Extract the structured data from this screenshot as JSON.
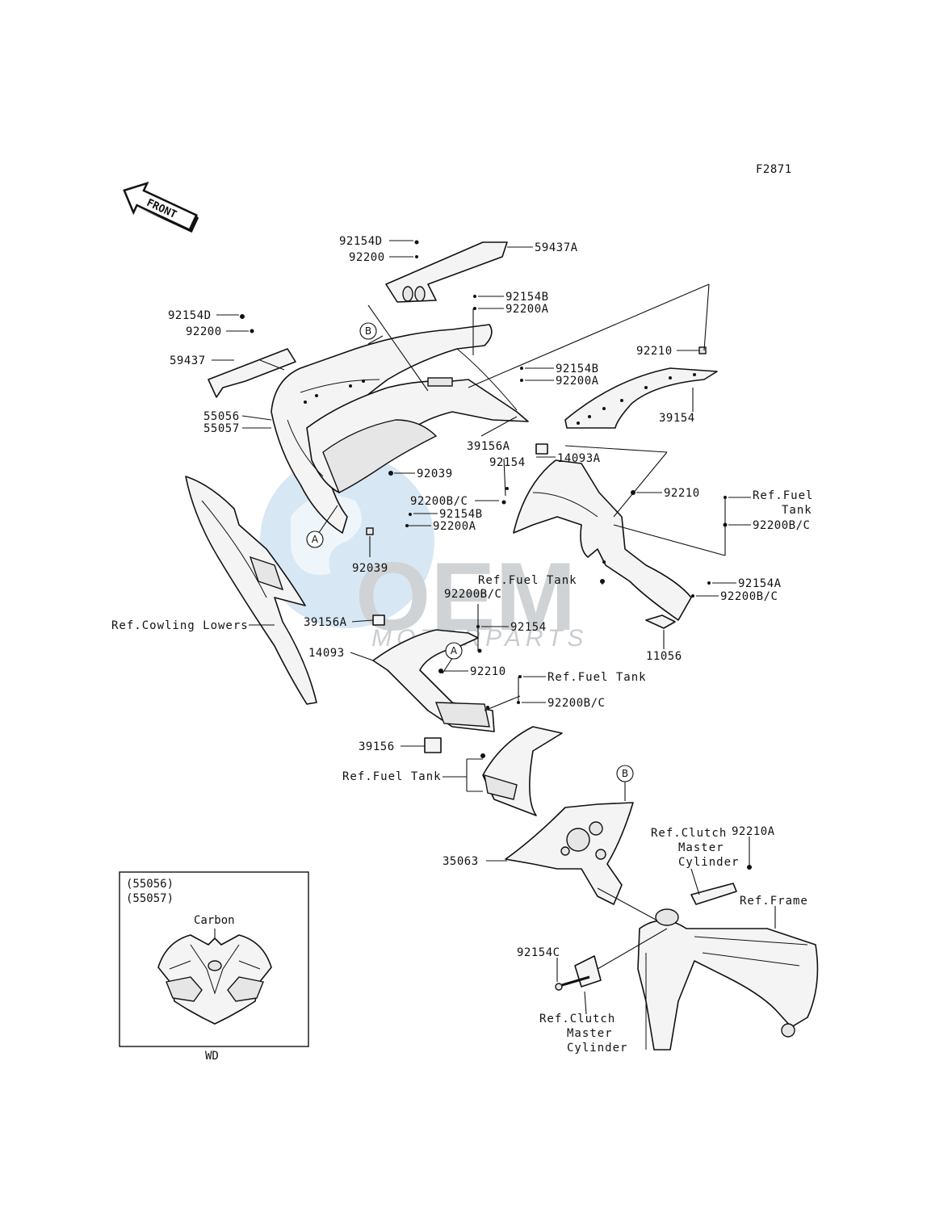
{
  "figure_code": "F2871",
  "front_arrow": "FRONT",
  "watermark": {
    "main": "OEM",
    "sub": "MOTORPARTS"
  },
  "callouts": {
    "A": "A",
    "B": "B"
  },
  "labels": {
    "p92154D_top": "92154D",
    "p92200_top": "92200",
    "p59437A": "59437A",
    "p92154B_1": "92154B",
    "p92200A_1": "92200A",
    "p92154D_left": "92154D",
    "p92200_left": "92200",
    "p59437": "59437",
    "p92210_right": "92210",
    "p92154B_2": "92154B",
    "p92200A_2": "92200A",
    "p39154": "39154",
    "p55056": "55056",
    "p55057": "55057",
    "p39156A_top": "39156A",
    "p14093A": "14093A",
    "p92154_top": "92154",
    "p92039_top": "92039",
    "p92200BC_1": "92200B/C",
    "p92154B_3": "92154B",
    "p92200A_3": "92200A",
    "p92210_mid": "92210",
    "ref_fuel_tank_right_1": "Ref.Fuel",
    "ref_fuel_tank_right_2": "Tank",
    "p92200BC_right": "92200B/C",
    "p92039_bottom": "92039",
    "ref_fuel_tank_mid": "Ref.Fuel Tank",
    "p92154A": "92154A",
    "p92200BC_2": "92200B/C",
    "p92200BC_3": "92200B/C",
    "ref_cowling_lowers": "Ref.Cowling Lowers",
    "p39156A_bottom": "39156A",
    "p92154_bottom": "92154",
    "p11056": "11056",
    "p14093": "14093",
    "p92210_bottom": "92210",
    "ref_fuel_tank_lower": "Ref.Fuel Tank",
    "p92200BC_4": "92200B/C",
    "p39156": "39156",
    "ref_fuel_tank_left": "Ref.Fuel Tank",
    "ref_clutch_top_1": "Ref.Clutch",
    "ref_clutch_top_2": "Master",
    "ref_clutch_top_3": "Cylinder",
    "p92210A": "92210A",
    "p35063": "35063",
    "ref_frame": "Ref.Frame",
    "p92154C": "92154C",
    "ref_clutch_bottom_1": "Ref.Clutch",
    "ref_clutch_bottom_2": "Master",
    "ref_clutch_bottom_3": "Cylinder"
  },
  "inset": {
    "code1": "(55056)",
    "code2": "(55057)",
    "note": "Carbon",
    "caption": "WD"
  }
}
